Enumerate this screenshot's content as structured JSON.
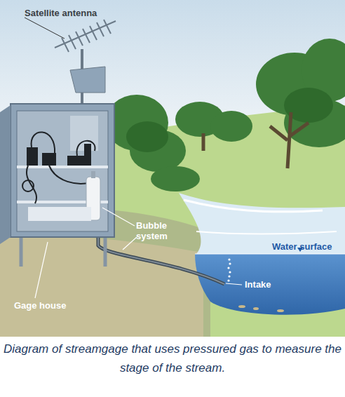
{
  "diagram": {
    "caption": "Diagram of streamgage that uses pressured gas to measure the stage of the stream.",
    "labels": [
      "Satellite antenna",
      "Bubble system",
      "Water surface",
      "Intake",
      "Gage house"
    ]
  }
}
